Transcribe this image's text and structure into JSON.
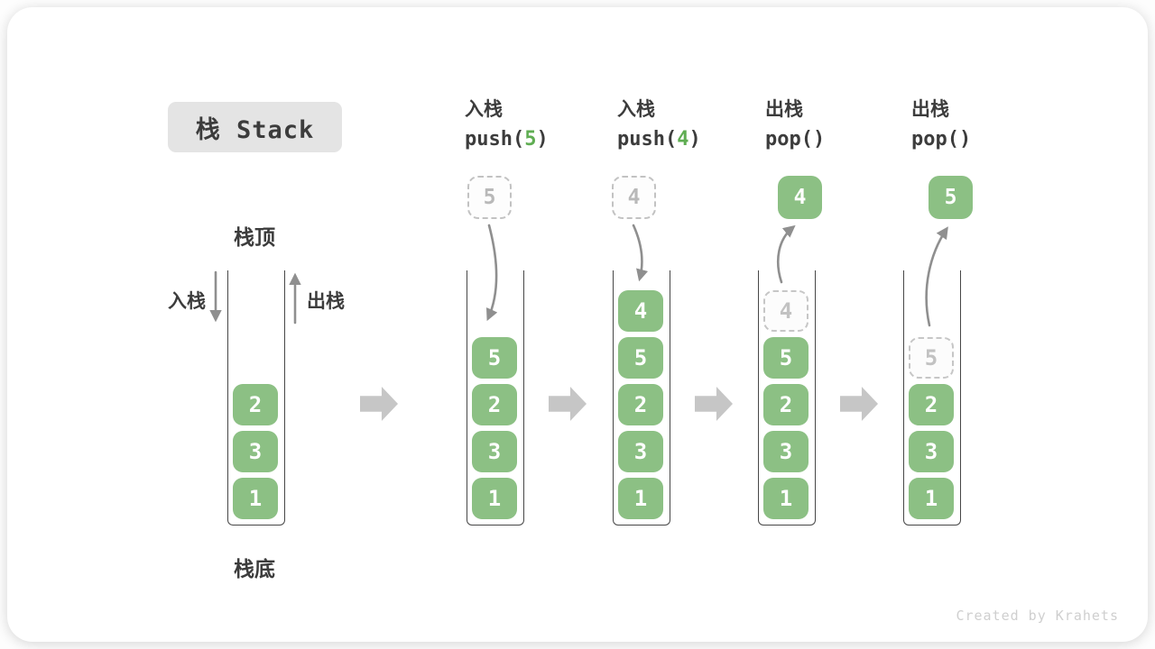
{
  "title": {
    "text": "栈 Stack"
  },
  "watermark": "Created by Krahets",
  "colors": {
    "block_green": "#8cc084",
    "code_green": "#5fad52",
    "step_arrow_gray": "#c6c6c6",
    "curve_arrow_gray": "#8f8f8f",
    "title_bg": "#e4e4e4",
    "ink": "#3c3c3c"
  },
  "legend": {
    "stack_top": "栈顶",
    "stack_bottom": "栈底",
    "push_label": "入栈",
    "pop_label": "出栈"
  },
  "operations": [
    {
      "name": "入栈",
      "code_prefix": "push(",
      "code_arg": "5",
      "code_suffix": ")"
    },
    {
      "name": "入栈",
      "code_prefix": "push(",
      "code_arg": "4",
      "code_suffix": ")"
    },
    {
      "name": "出栈",
      "code_prefix": "pop(",
      "code_arg": "",
      "code_suffix": ")"
    },
    {
      "name": "出栈",
      "code_prefix": "pop(",
      "code_arg": "",
      "code_suffix": ")"
    }
  ],
  "stacks": [
    {
      "name": "stack-initial",
      "float": null,
      "blocks": [
        {
          "value": "2",
          "slot": 2,
          "ghost": false
        },
        {
          "value": "3",
          "slot": 3,
          "ghost": false
        },
        {
          "value": "1",
          "slot": 4,
          "ghost": false
        }
      ]
    },
    {
      "name": "stack-after-push-5",
      "float": {
        "value": "5",
        "style": "dashed"
      },
      "blocks": [
        {
          "value": "5",
          "slot": 1,
          "ghost": false
        },
        {
          "value": "2",
          "slot": 2,
          "ghost": false
        },
        {
          "value": "3",
          "slot": 3,
          "ghost": false
        },
        {
          "value": "1",
          "slot": 4,
          "ghost": false
        }
      ]
    },
    {
      "name": "stack-after-push-4",
      "float": {
        "value": "4",
        "style": "dashed"
      },
      "blocks": [
        {
          "value": "4",
          "slot": 0,
          "ghost": false
        },
        {
          "value": "5",
          "slot": 1,
          "ghost": false
        },
        {
          "value": "2",
          "slot": 2,
          "ghost": false
        },
        {
          "value": "3",
          "slot": 3,
          "ghost": false
        },
        {
          "value": "1",
          "slot": 4,
          "ghost": false
        }
      ]
    },
    {
      "name": "stack-after-pop-4",
      "float": {
        "value": "4",
        "style": "solid"
      },
      "blocks": [
        {
          "value": "4",
          "slot": 0,
          "ghost": true
        },
        {
          "value": "5",
          "slot": 1,
          "ghost": false
        },
        {
          "value": "2",
          "slot": 2,
          "ghost": false
        },
        {
          "value": "3",
          "slot": 3,
          "ghost": false
        },
        {
          "value": "1",
          "slot": 4,
          "ghost": false
        }
      ]
    },
    {
      "name": "stack-after-pop-5",
      "float": {
        "value": "5",
        "style": "solid"
      },
      "blocks": [
        {
          "value": "5",
          "slot": 1,
          "ghost": true
        },
        {
          "value": "2",
          "slot": 2,
          "ghost": false
        },
        {
          "value": "3",
          "slot": 3,
          "ghost": false
        },
        {
          "value": "1",
          "slot": 4,
          "ghost": false
        }
      ]
    }
  ]
}
